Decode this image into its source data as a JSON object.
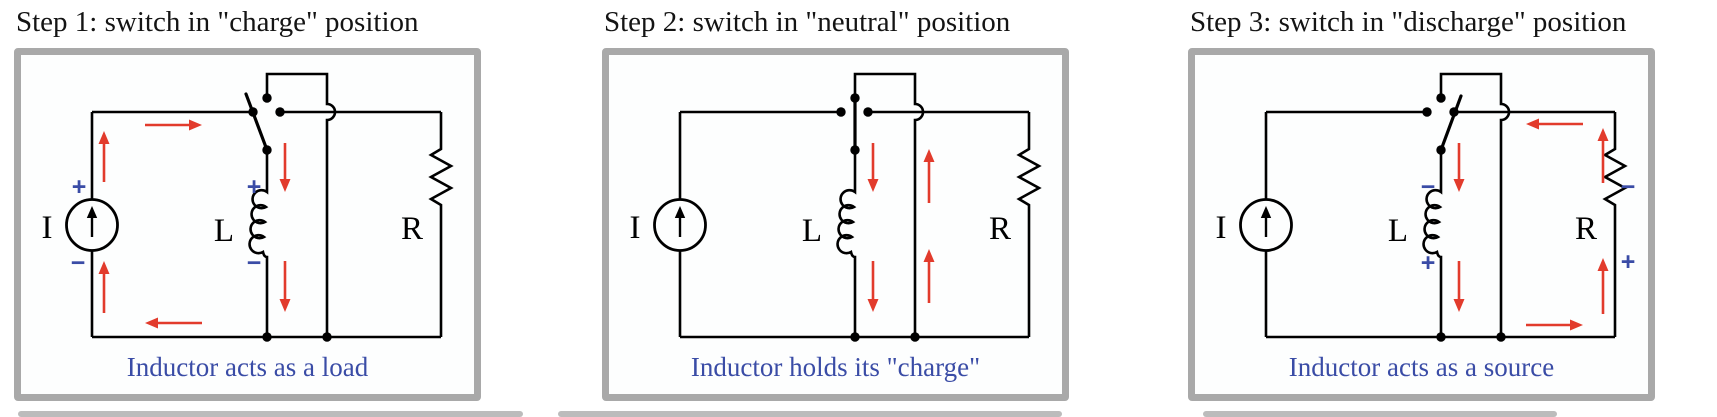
{
  "colors": {
    "wire": "#000000",
    "current_arrow": "#e23b2c",
    "polarity": "#3a4ca6",
    "caption": "#3a4ca6",
    "panel_border": "#a9a9a9",
    "panel_background": "#fdfefe",
    "title_text": "#141414"
  },
  "panels": [
    {
      "title": "Step 1: switch in \"charge\" position",
      "caption": "Inductor acts as a load",
      "switch_position": "charge",
      "components": {
        "source_label": "I",
        "inductor_label": "L",
        "resistor_label": "R"
      },
      "polarity": [
        {
          "component": "source",
          "end": "top",
          "sign": "+"
        },
        {
          "component": "source",
          "end": "bottom",
          "sign": "−"
        },
        {
          "component": "inductor",
          "end": "top",
          "sign": "+"
        },
        {
          "component": "inductor",
          "end": "bottom",
          "sign": "−"
        }
      ],
      "current_arrows": [
        {
          "location": "source-branch-upper",
          "direction": "up"
        },
        {
          "location": "source-branch-lower",
          "direction": "up"
        },
        {
          "location": "top-wire-left",
          "direction": "right"
        },
        {
          "location": "inductor-branch-upper",
          "direction": "down"
        },
        {
          "location": "inductor-branch-lower",
          "direction": "down"
        },
        {
          "location": "bottom-wire-left",
          "direction": "left"
        }
      ]
    },
    {
      "title": "Step 2: switch in \"neutral\" position",
      "caption": "Inductor holds its \"charge\"",
      "switch_position": "neutral",
      "components": {
        "source_label": "I",
        "inductor_label": "L",
        "resistor_label": "R"
      },
      "polarity": [],
      "current_arrows": [
        {
          "location": "inductor-branch-upper",
          "direction": "down"
        },
        {
          "location": "inductor-branch-lower",
          "direction": "down"
        },
        {
          "location": "freewheel-wire-upper",
          "direction": "up"
        },
        {
          "location": "freewheel-wire-lower",
          "direction": "up"
        }
      ]
    },
    {
      "title": "Step 3: switch in \"discharge\" position",
      "caption": "Inductor acts as a source",
      "switch_position": "discharge",
      "components": {
        "source_label": "I",
        "inductor_label": "L",
        "resistor_label": "R"
      },
      "polarity": [
        {
          "component": "inductor",
          "end": "top",
          "sign": "−"
        },
        {
          "component": "inductor",
          "end": "bottom",
          "sign": "+"
        },
        {
          "component": "resistor",
          "end": "top",
          "sign": "−"
        },
        {
          "component": "resistor",
          "end": "bottom",
          "sign": "+"
        }
      ],
      "current_arrows": [
        {
          "location": "top-wire-right",
          "direction": "left"
        },
        {
          "location": "inductor-branch-upper",
          "direction": "down"
        },
        {
          "location": "inductor-branch-lower",
          "direction": "down"
        },
        {
          "location": "resistor-branch-upper",
          "direction": "up"
        },
        {
          "location": "resistor-branch-lower",
          "direction": "up"
        },
        {
          "location": "bottom-wire-right",
          "direction": "right"
        }
      ]
    }
  ]
}
